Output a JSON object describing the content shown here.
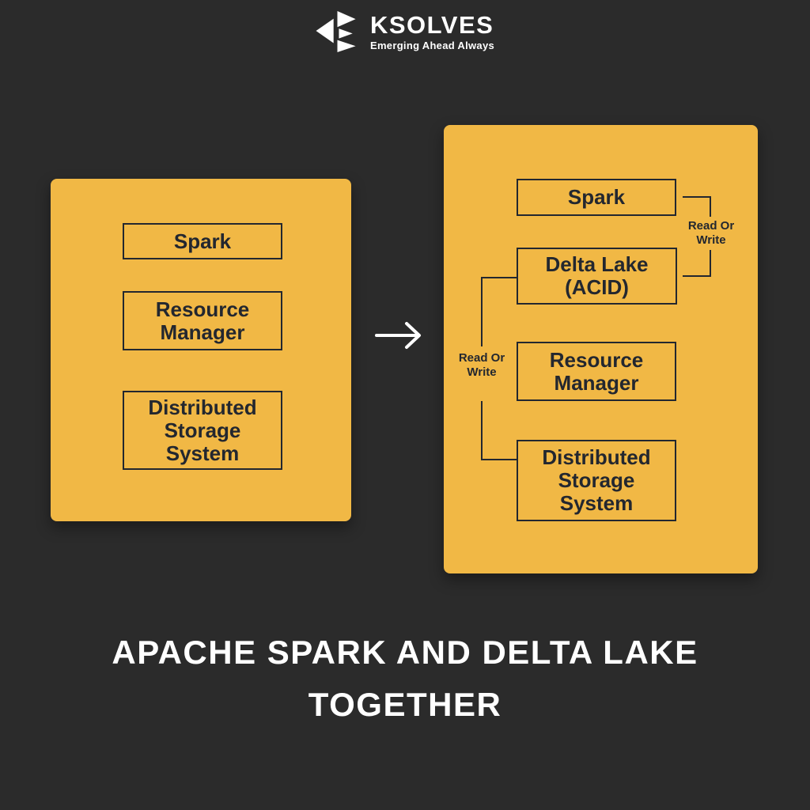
{
  "logo": {
    "name": "KSOLVES",
    "tagline": "Emerging Ahead Always"
  },
  "colors": {
    "background": "#2B2B2B",
    "panel_yellow": "#F1B845",
    "ink": "#23272F",
    "text_white": "#FFFFFF"
  },
  "diagram": {
    "left_panel": {
      "boxes": [
        {
          "label": "Spark"
        },
        {
          "label": "Resource Manager"
        },
        {
          "label": "Distributed Storage System"
        }
      ]
    },
    "arrow": {
      "name": "right-arrow"
    },
    "right_panel": {
      "boxes": [
        {
          "label": "Spark"
        },
        {
          "label": "Delta Lake (ACID)"
        },
        {
          "label": "Resource Manager"
        },
        {
          "label": "Distributed Storage System"
        }
      ],
      "connectors": [
        {
          "label": "Read Or Write",
          "side": "right",
          "between": [
            "Spark",
            "Delta Lake (ACID)"
          ]
        },
        {
          "label": "Read Or Write",
          "side": "left",
          "between": [
            "Delta Lake (ACID)",
            "Distributed Storage System"
          ]
        }
      ]
    }
  },
  "title": {
    "line1": "APACHE SPARK AND DELTA LAKE",
    "line2": "TOGETHER"
  }
}
